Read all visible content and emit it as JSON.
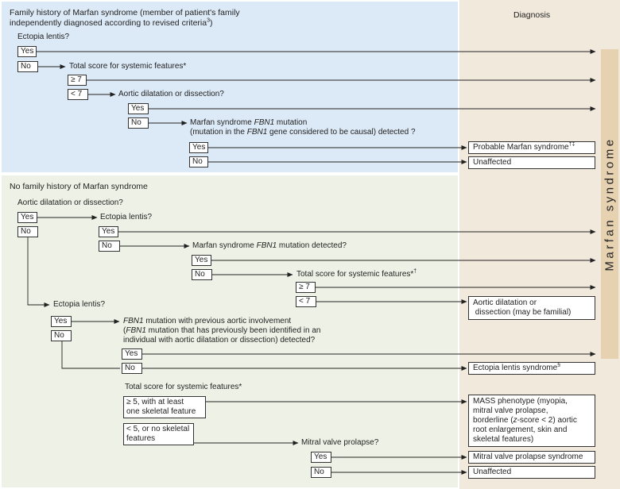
{
  "fam": {
    "title_line1": "Family history of Marfan syndrome (member of patient's family",
    "title_line2": "independently diagnosed according to revised criteria",
    "title_ref": "3",
    "title_end": ")",
    "q_ectopia": "Ectopia lentis?",
    "yes": "Yes",
    "no": "No",
    "q_systemic": "Total score for systemic features*",
    "ge7": "≥ 7",
    "lt7": "< 7",
    "q_aortic": "Aortic dilatation or dissection?",
    "q_fbn1_a": "Marfan syndrome ",
    "q_fbn1_gene": "FBN1",
    "q_fbn1_b": " mutation",
    "q_fbn1_line2a": "(mutation in the ",
    "q_fbn1_line2b": "FBN1",
    "q_fbn1_line2c": " gene considered to be causal) detected ?"
  },
  "nofam": {
    "title": "No family history of Marfan syndrome",
    "q_aortic": "Aortic dilatation or dissection?",
    "yes": "Yes",
    "no": "No",
    "q_ectopia": "Ectopia lentis?",
    "q_fbn1_a": "Marfan syndrome ",
    "q_fbn1_gene": "FBN1",
    "q_fbn1_b": " mutation detected?",
    "q_systemic": "Total score for systemic features*",
    "q_systemic_mark": "†",
    "ge7": "≥ 7",
    "lt7": "< 7",
    "q_ectopia2": "Ectopia lentis?",
    "q_prev_gene": "FBN1",
    "q_prev_a": " mutation with previous aortic involvement",
    "q_prev_line2a": "(",
    "q_prev_line2gene": "FBN1",
    "q_prev_line2b": " mutation that has previously been identified in an",
    "q_prev_line3": "individual with aortic dilatation or dissection) detected?",
    "q_total": "Total score for systemic features*",
    "ge5_line1": "≥ 5, with at least",
    "ge5_line2": "one skeletal feature",
    "lt5_line1": "< 5, or no skeletal",
    "lt5_line2": "features",
    "q_mvp": "Mitral valve prolapse?"
  },
  "diagnosis": {
    "header": "Diagnosis",
    "marfan": "Marfan syndrome",
    "probable": "Probable Marfan syndrome",
    "probable_marks": "†‡",
    "unaffected": "Unaffected",
    "aortic_line1": "Aortic dilatation or",
    "aortic_line2": " dissection (may be familial)",
    "ectopia_syndrome": "Ectopia lentis syndrome",
    "ectopia_mark": "§",
    "mass_line1": "MASS phenotype (myopia,",
    "mass_line2": "mitral valve prolapse,",
    "mass_line3a": "borderline (",
    "mass_line3z": "z",
    "mass_line3b": "-score < 2) aortic",
    "mass_line4": "root enlargement, skin and",
    "mass_line5": "skeletal features)",
    "mvp_syndrome": "Mitral valve prolapse syndrome",
    "unaffected2": "Unaffected"
  },
  "colors": {
    "family_panel": "#dce9f6",
    "no_family_panel": "#eef2e6",
    "diagnosis_panel": "#f1e9dc",
    "marfan_bar": "#e6d1b0"
  }
}
